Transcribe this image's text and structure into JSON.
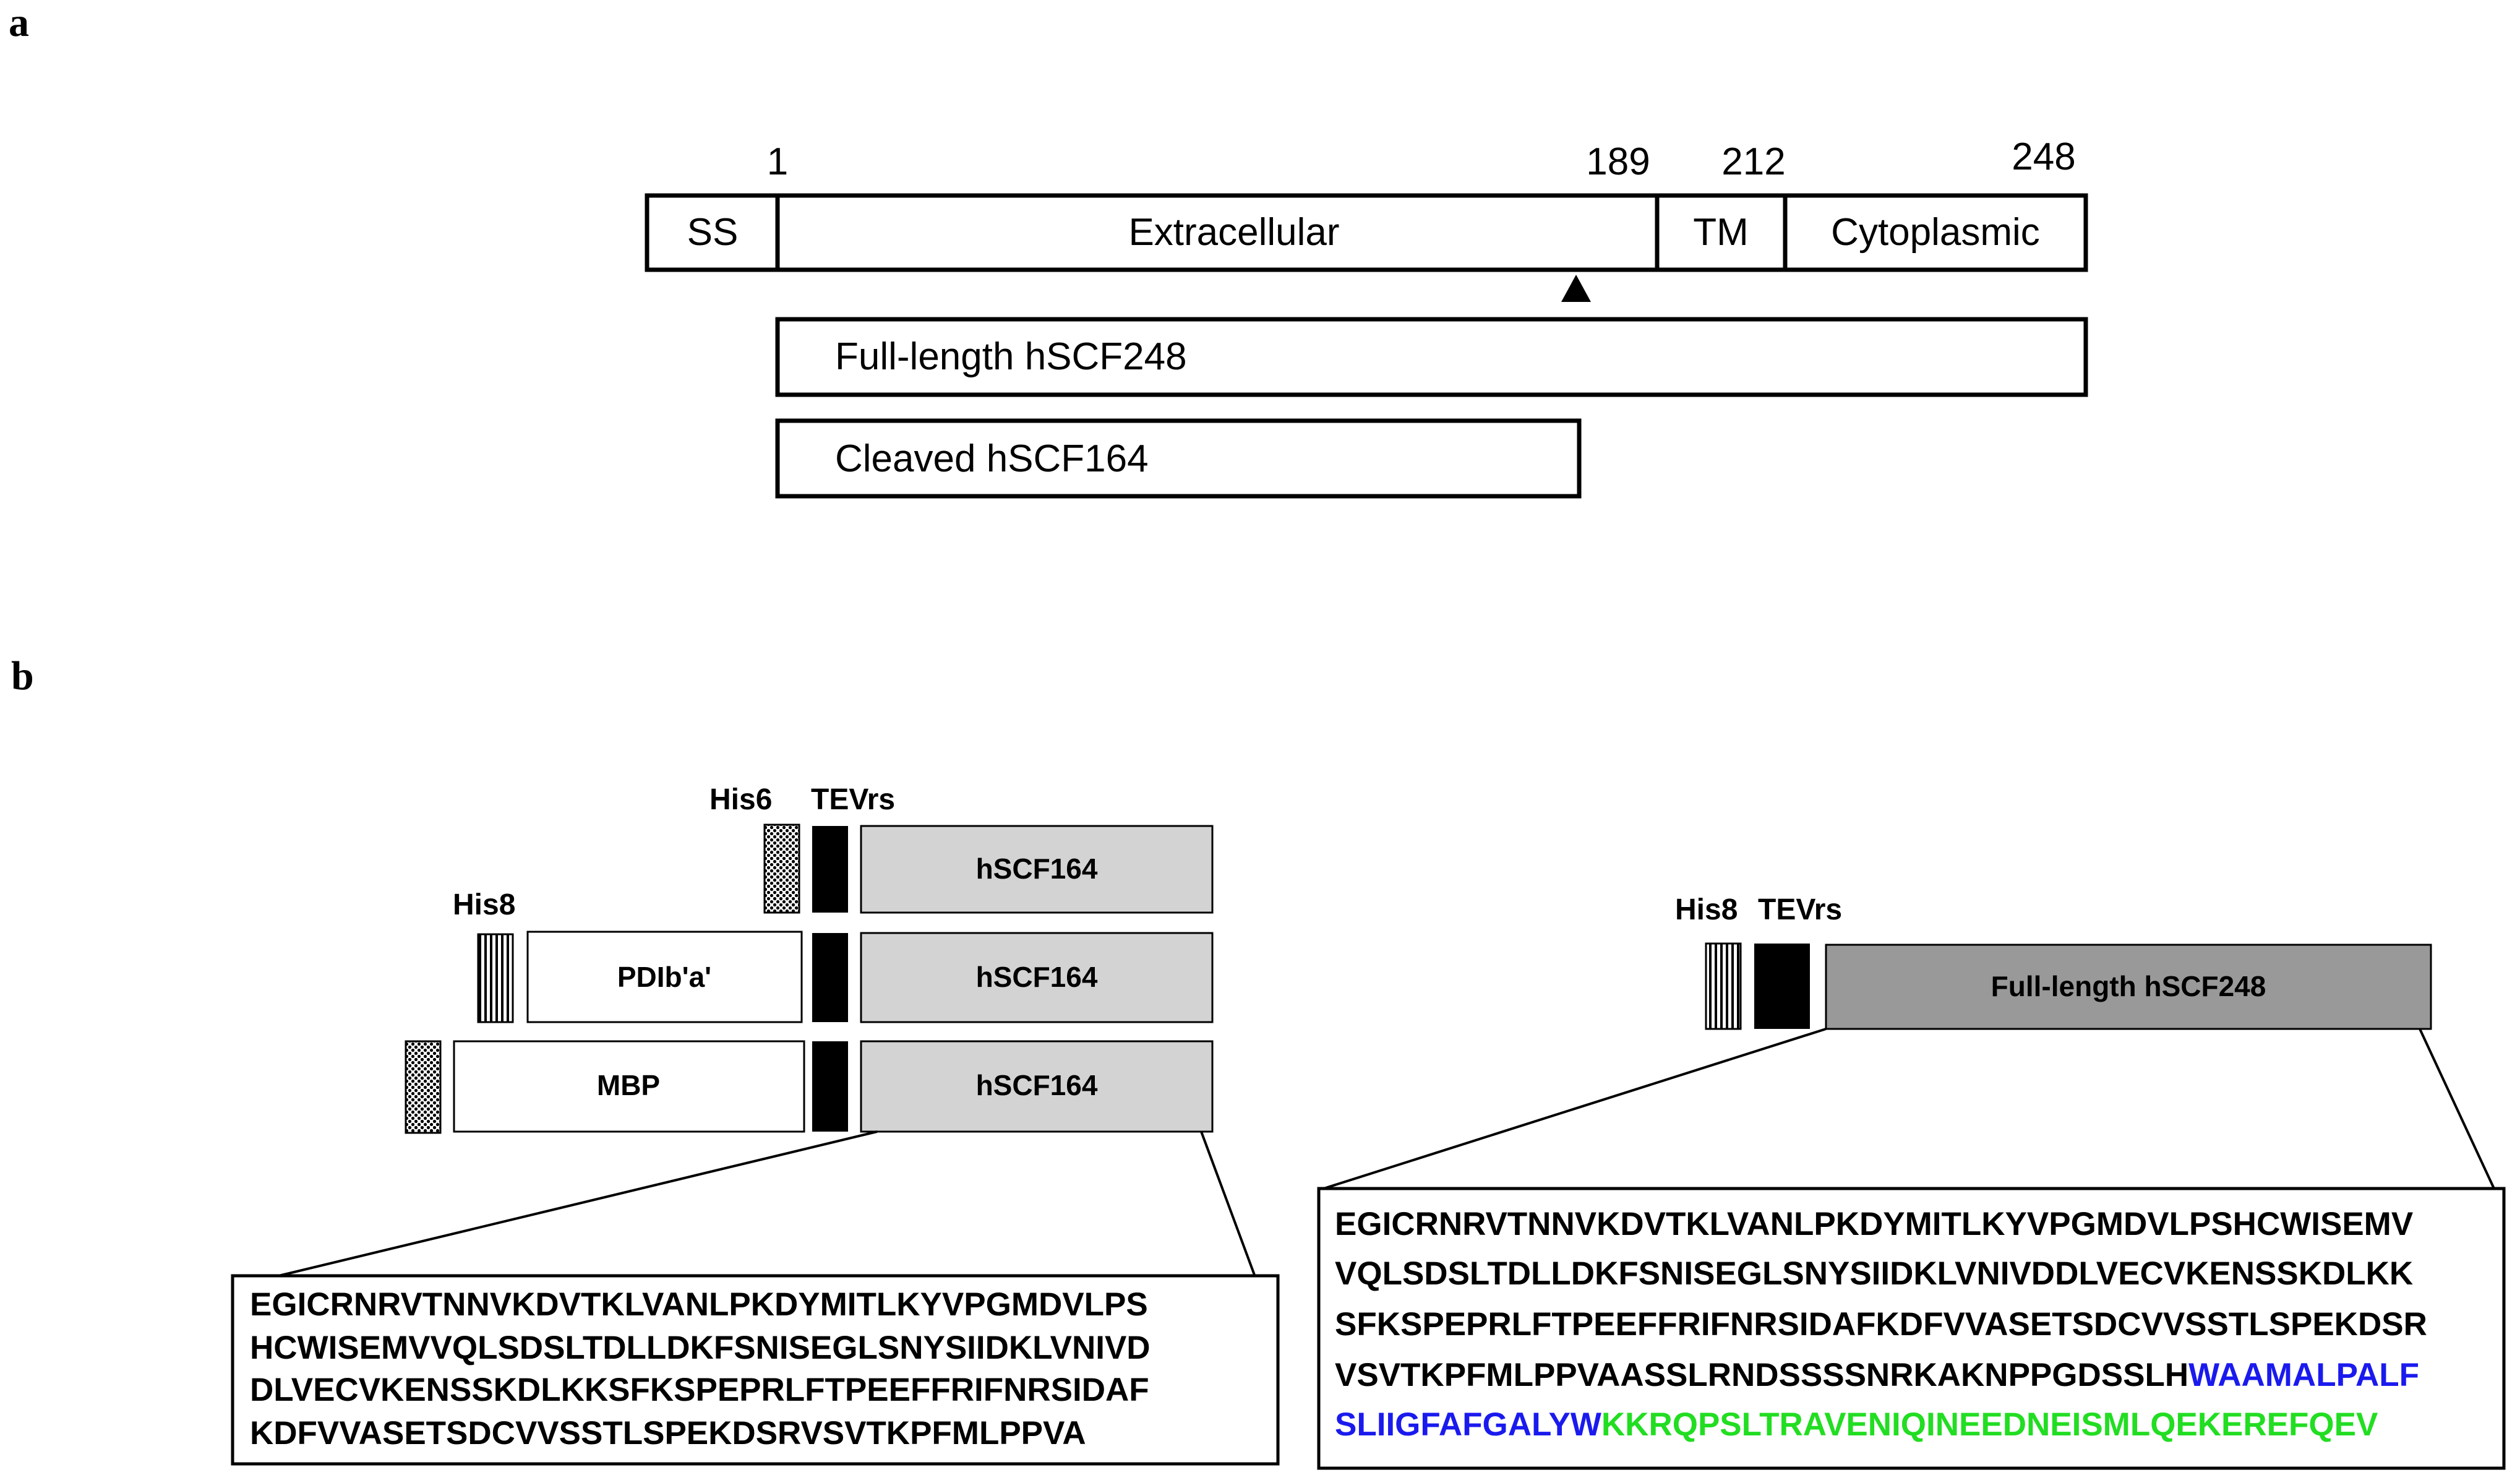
{
  "panel_a": {
    "label": "a",
    "positions": {
      "p1": "1",
      "p189": "189",
      "p212": "212",
      "p248": "248"
    },
    "domains": {
      "ss": "SS",
      "extracellular": "Extracellular",
      "tm": "TM",
      "cytoplasmic": "Cytoplasmic"
    },
    "full_length": "Full-length hSCF248",
    "cleaved": "Cleaved hSCF164"
  },
  "panel_b": {
    "label": "b",
    "left": {
      "his6": "His6",
      "his8": "His8",
      "tevrs": "TEVrs",
      "pdi": "PDIb'a'",
      "mbp": "MBP",
      "hscf164": "hSCF164",
      "sequence": [
        "EGICRNRVTNNVKDVTKLVANLPKDYMITLKYVPGMDVLPS",
        "HCWISEMVVQLSDSLTDLLDKFSNISEGLSNYSIIDKLVNIVD",
        "DLVECVKENSSKDLKKSFKSPEPRLFTPEEFFRIFNRSIDAF",
        "KDFVVASETSDCVVSSTLSPEKDSRVSVTKPFMLPPVA"
      ]
    },
    "right": {
      "his8": "His8",
      "tevrs": "TEVrs",
      "full_length": "Full-length hSCF248",
      "sequence": {
        "line1": "EGICRNRVTNNVKDVTKLVANLPKDYMITLKYVPGMDVLPSHCWISEMV",
        "line2": "VQLSDSLTDLLDKFSNISEGLSNYSIIDKLVNIVDDLVECVKENSSKDLKK",
        "line3": "SFKSPEPRLFTPEEFFRIFNRSIDAFKDFVVASETSDCVVSSTLSPEKDSR",
        "line4_black": "VSVTKPFMLPPVAASSLRNDSSSSNRKAKNPPGDSSLH",
        "line4_blue": "WAAMALPALF",
        "line5_blue": "SLIIGFAFGALYW",
        "line5_green": "KKRQPSLTRAVENIQINEEDNEISMLQEKEREFQEV"
      }
    }
  },
  "colors": {
    "black": "#000000",
    "light_gray": "#d3d3d3",
    "dark_gray": "#999999",
    "transmembrane_blue": "#1a1aee",
    "cytoplasmic_green": "#22dd22"
  }
}
